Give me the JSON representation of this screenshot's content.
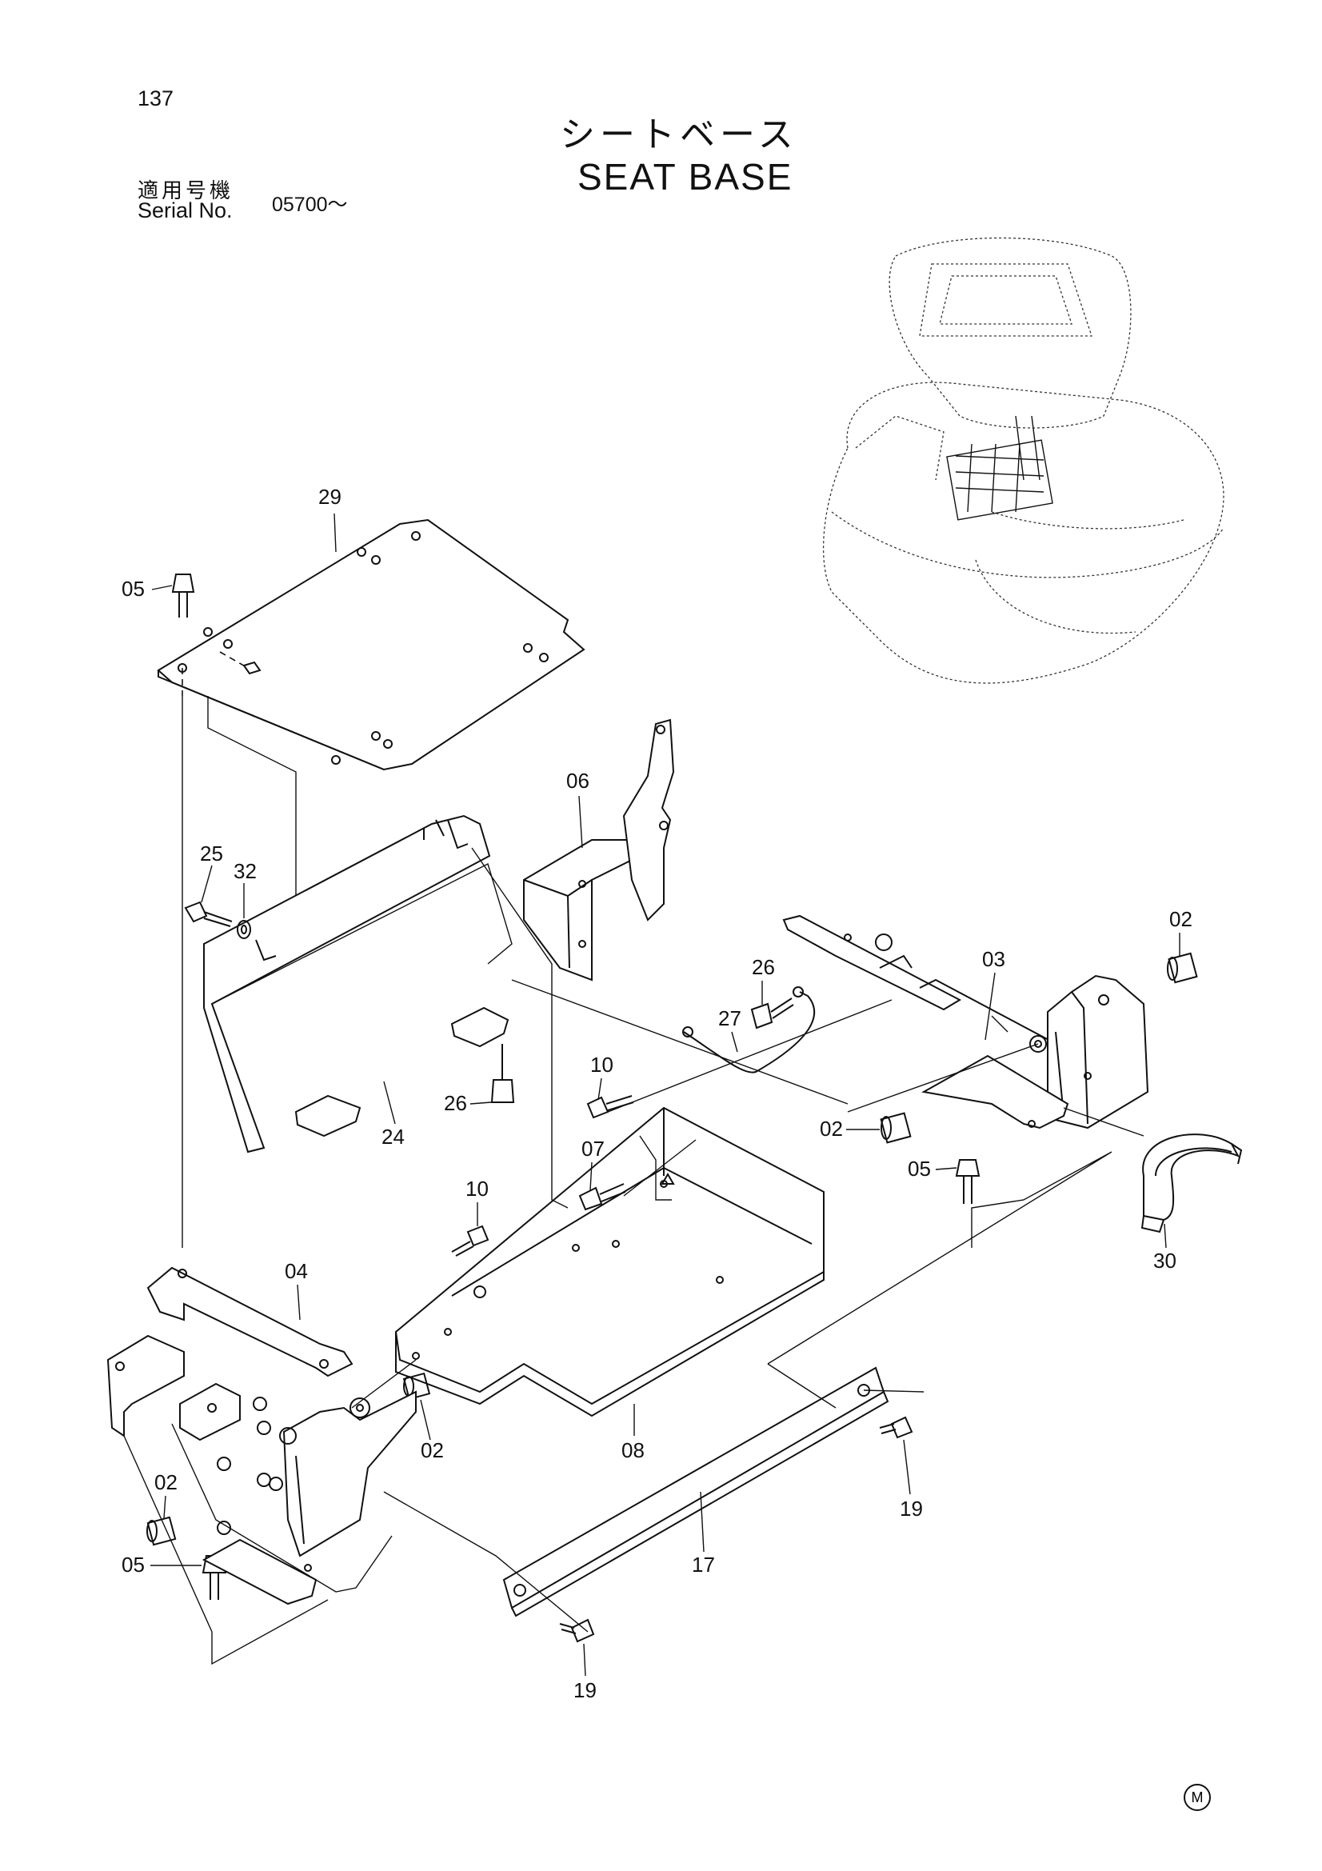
{
  "header": {
    "page_number": "137",
    "title_jp": "シートベース",
    "title_en": "SEAT BASE",
    "serial_label_jp": "適用号機",
    "serial_label_en": "Serial No.",
    "serial_value": "05700～"
  },
  "footer": {
    "mark": "M"
  },
  "callouts": [
    "29",
    "05",
    "25",
    "32",
    "06",
    "24",
    "26",
    "10",
    "07",
    "27",
    "26",
    "03",
    "02",
    "02",
    "05",
    "30",
    "04",
    "10",
    "02",
    "08",
    "02",
    "05",
    "19",
    "17",
    "19"
  ]
}
